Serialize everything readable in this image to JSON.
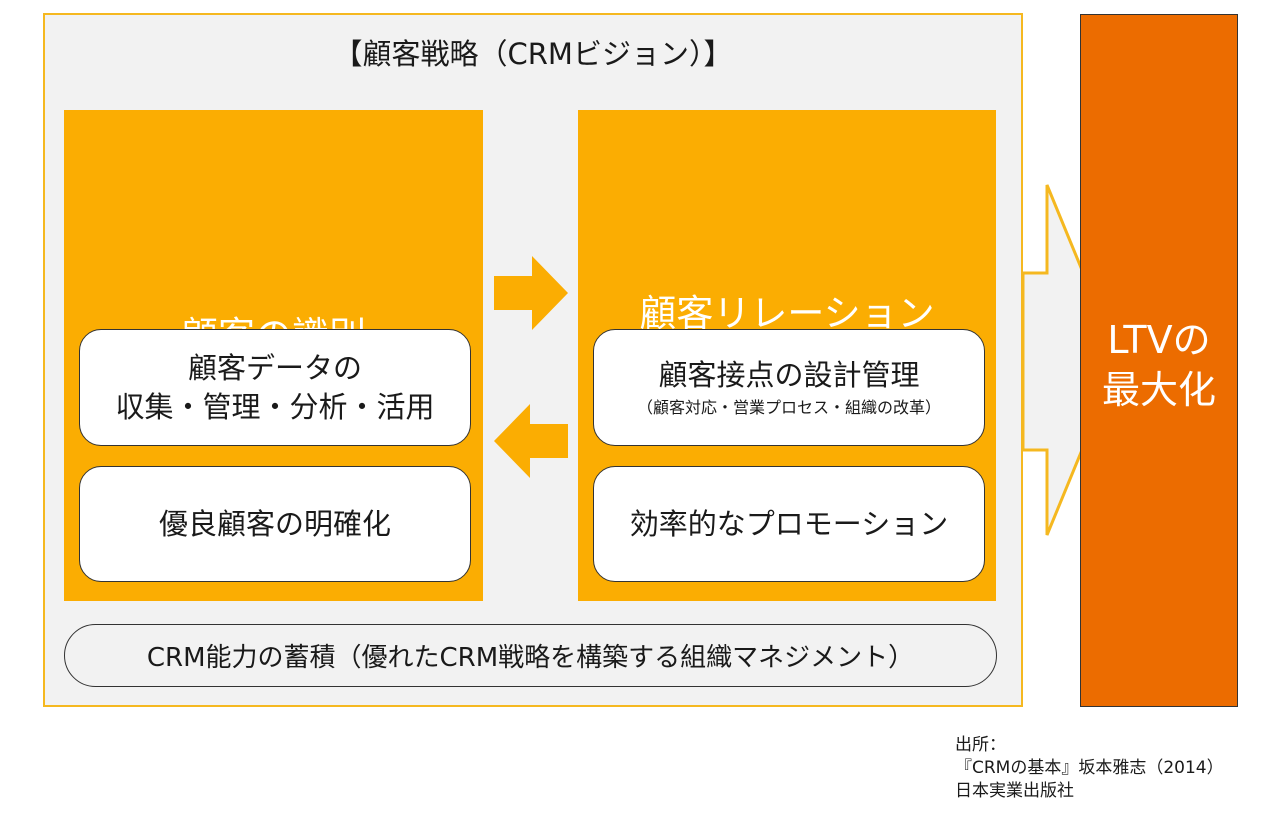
{
  "frame": {
    "title": "【顧客戦略（CRMビジョン）】"
  },
  "left_panel": {
    "title": "顧客の識別",
    "cards": [
      {
        "text": "顧客データの\n収集・管理・分析・活用"
      },
      {
        "text": "優良顧客の明確化"
      }
    ]
  },
  "right_panel": {
    "title": "顧客リレーション\nの構築",
    "cards": [
      {
        "text": "顧客接点の設計管理",
        "sub": "（顧客対応・営業プロセス・組織の改革）"
      },
      {
        "text": "効率的なプロモーション"
      }
    ]
  },
  "foundation": {
    "text": "CRM能力の蓄積（優れたCRM戦略を構築する組織マネジメント）"
  },
  "goal": {
    "text": "LTVの\n最大化"
  },
  "source": {
    "label": "出所：",
    "book": "『CRMの基本』坂本雅志（2014）",
    "publisher": "日本実業出版社"
  },
  "colors": {
    "panel": "#fbad02",
    "frame_border": "#f5b820",
    "frame_bg": "#f2f2f2",
    "goal": "#ec6c00"
  }
}
